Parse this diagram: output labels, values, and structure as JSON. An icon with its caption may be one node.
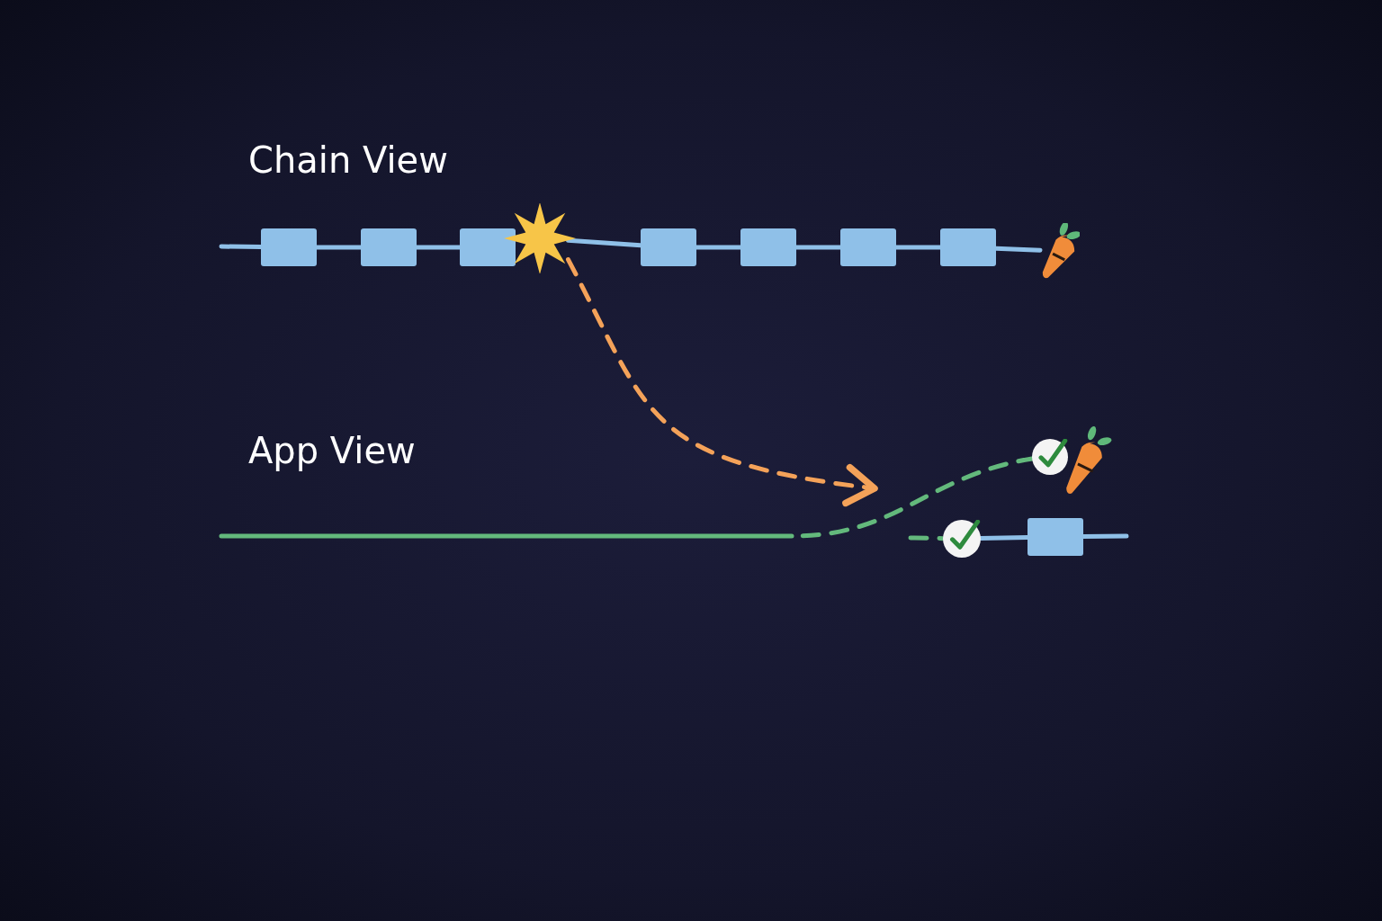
{
  "diagram": {
    "nodes": [
      {
        "text": [],
        "shape": "box"
      },
      {
        "text": [],
        "shape": "box"
      },
      {
        "text": [],
        "shape": "box"
      },
      {
        "text": [],
        "shape": "star"
      },
      {
        "text": [],
        "shape": "box"
      },
      {
        "text": [],
        "shape": "box"
      },
      {
        "text": [],
        "shape": "box"
      },
      {
        "text": [],
        "shape": "box"
      },
      {
        "text": [],
        "shape": "carrot"
      },
      {
        "text": [],
        "shape": "circle"
      },
      {
        "text": [],
        "shape": "carrot"
      },
      {
        "text": [],
        "shape": "circle"
      },
      {
        "text": [],
        "shape": "box"
      }
    ],
    "edges": [
      {
        "from": null,
        "to": 0,
        "arrow": "none"
      },
      {
        "from": 0,
        "to": 1,
        "arrow": "none"
      },
      {
        "from": 1,
        "to": 2,
        "arrow": "none"
      },
      {
        "from": 3,
        "to": 4,
        "arrow": "none"
      },
      {
        "from": 4,
        "to": 5,
        "arrow": "none"
      },
      {
        "from": 5,
        "to": 6,
        "arrow": "none"
      },
      {
        "from": 6,
        "to": 7,
        "arrow": "none"
      },
      {
        "from": 7,
        "to": 8,
        "arrow": "none"
      },
      {
        "from": 3,
        "to": null,
        "arrow": "to",
        "style": "dashed",
        "color": "#f4a259"
      },
      {
        "from": null,
        "to": 9,
        "arrow": "none",
        "style": "dashed",
        "color": "#63b97c"
      },
      {
        "from": null,
        "to": 11,
        "arrow": "none",
        "style": "dashed",
        "color": "#63b97c"
      },
      {
        "from": 11,
        "to": 12,
        "arrow": "none"
      },
      {
        "from": 12,
        "to": null,
        "arrow": "none"
      }
    ],
    "labels": [
      "Chain View",
      "App View"
    ]
  }
}
